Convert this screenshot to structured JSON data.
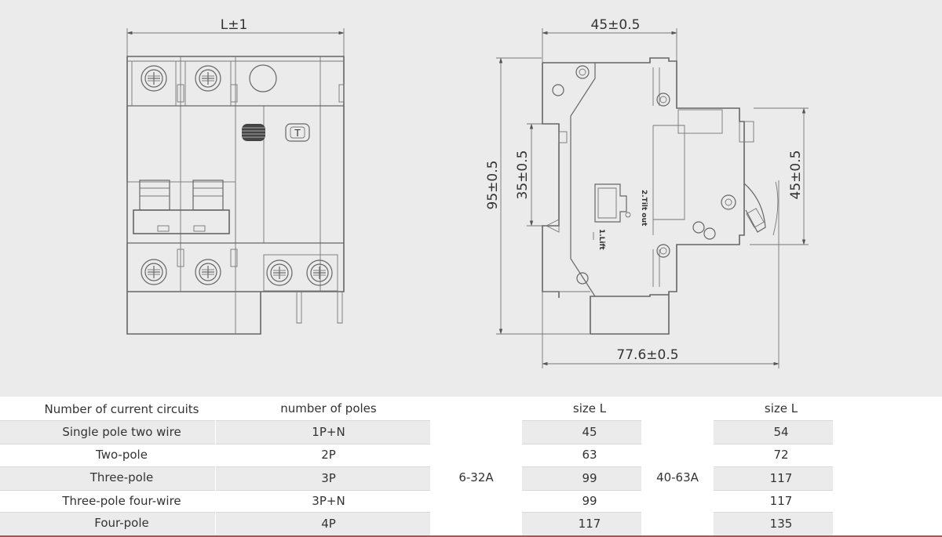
{
  "drawing": {
    "front_dim_label": "L±1",
    "side_top_dim_label": "45±0.5",
    "side_left_outer_label": "95±0.5",
    "side_left_inner_label": "35±0.5",
    "side_right_label": "45±0.5",
    "side_bottom_label": "77.6±0.5",
    "test_button_label": "T",
    "tilt_out_label": "2.Tilt out",
    "lift_label": "1.Lift"
  },
  "table": {
    "headers": {
      "circuits": "Number of current circuits",
      "poles": "number of poles",
      "size_a": "size L",
      "size_b": "size L"
    },
    "range_a": "6-32A",
    "range_b": "40-63A",
    "rows": [
      {
        "circuit": "Single pole two wire",
        "poles": "1P+N",
        "size_a": "45",
        "size_b": "54"
      },
      {
        "circuit": "Two-pole",
        "poles": "2P",
        "size_a": "63",
        "size_b": "72"
      },
      {
        "circuit": "Three-pole",
        "poles": "3P",
        "size_a": "99",
        "size_b": "117"
      },
      {
        "circuit": "Three-pole four-wire",
        "poles": "3P+N",
        "size_a": "99",
        "size_b": "117"
      },
      {
        "circuit": "Four-pole",
        "poles": "4P",
        "size_a": "117",
        "size_b": "135"
      }
    ]
  },
  "colors": {
    "drawing_background": "#ebebeb",
    "row_shade": "#ebebeb",
    "bottom_rule": "#c8474d",
    "line": "#666666"
  }
}
